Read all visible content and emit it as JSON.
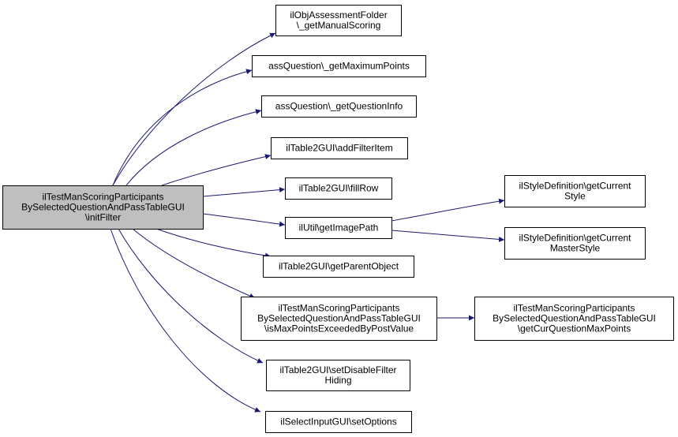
{
  "colors": {
    "edge": "#191970",
    "node_border": "#000000",
    "node_fill": "#ffffff",
    "root_fill": "#bfbfbf",
    "text": "#000000"
  },
  "nodes": [
    {
      "id": "root",
      "lines": [
        "ilTestManScoringParticipants",
        "BySelectedQuestionAndPassTableGUI",
        "\\initFilter"
      ],
      "highlighted": true
    },
    {
      "id": "getManualScoring",
      "lines": [
        "ilObjAssessmentFolder",
        "\\_getManualScoring"
      ]
    },
    {
      "id": "getMaximumPoints",
      "lines": [
        "assQuestion\\_getMaximumPoints"
      ]
    },
    {
      "id": "getQuestionInfo",
      "lines": [
        "assQuestion\\_getQuestionInfo"
      ]
    },
    {
      "id": "addFilterItem",
      "lines": [
        "ilTable2GUI\\addFilterItem"
      ]
    },
    {
      "id": "fillRow",
      "lines": [
        "ilTable2GUI\\fillRow"
      ]
    },
    {
      "id": "getImagePath",
      "lines": [
        "ilUtil\\getImagePath"
      ]
    },
    {
      "id": "getParentObject",
      "lines": [
        "ilTable2GUI\\getParentObject"
      ]
    },
    {
      "id": "isMaxPointsExceeded",
      "lines": [
        "ilTestManScoringParticipants",
        "BySelectedQuestionAndPassTableGUI",
        "\\isMaxPointsExceededByPostValue"
      ]
    },
    {
      "id": "setDisableFilterHiding",
      "lines": [
        "ilTable2GUI\\setDisableFilter",
        "Hiding"
      ]
    },
    {
      "id": "setOptions",
      "lines": [
        "ilSelectInputGUI\\setOptions"
      ]
    },
    {
      "id": "getCurrentStyle",
      "lines": [
        "ilStyleDefinition\\getCurrent",
        "Style"
      ]
    },
    {
      "id": "getCurrentMasterStyle",
      "lines": [
        "ilStyleDefinition\\getCurrent",
        "MasterStyle"
      ]
    },
    {
      "id": "getCurQuestionMaxPoints",
      "lines": [
        "ilTestManScoringParticipants",
        "BySelectedQuestionAndPassTableGUI",
        "\\getCurQuestionMaxPoints"
      ]
    }
  ],
  "edges": [
    {
      "from": "root",
      "to": "getManualScoring"
    },
    {
      "from": "root",
      "to": "getMaximumPoints"
    },
    {
      "from": "root",
      "to": "getQuestionInfo"
    },
    {
      "from": "root",
      "to": "addFilterItem"
    },
    {
      "from": "root",
      "to": "fillRow"
    },
    {
      "from": "root",
      "to": "getImagePath"
    },
    {
      "from": "root",
      "to": "getParentObject"
    },
    {
      "from": "root",
      "to": "isMaxPointsExceeded"
    },
    {
      "from": "root",
      "to": "setDisableFilterHiding"
    },
    {
      "from": "root",
      "to": "setOptions"
    },
    {
      "from": "getImagePath",
      "to": "getCurrentStyle"
    },
    {
      "from": "getImagePath",
      "to": "getCurrentMasterStyle"
    },
    {
      "from": "isMaxPointsExceeded",
      "to": "getCurQuestionMaxPoints"
    }
  ]
}
